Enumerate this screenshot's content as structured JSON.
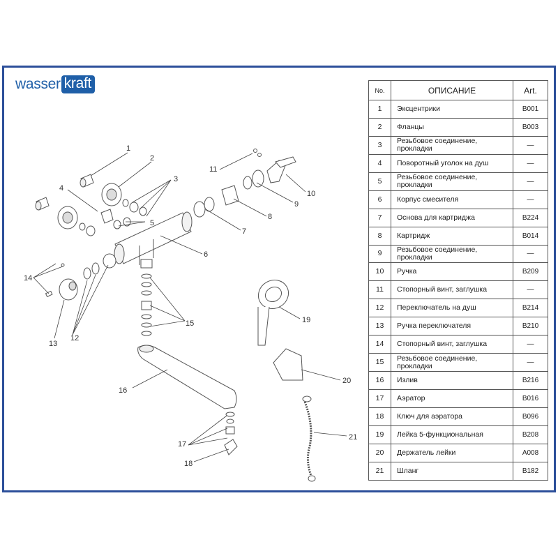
{
  "brand": {
    "part1": "wasser",
    "part2": "kraft"
  },
  "colors": {
    "frame": "#2c4f9a",
    "brand": "#1f5fa8",
    "line": "#555555"
  },
  "table": {
    "headers": {
      "no": "No.",
      "description": "ОПИСАНИЕ",
      "art": "Art."
    },
    "rows": [
      {
        "no": "1",
        "description": "Эксцентрики",
        "art": "B001"
      },
      {
        "no": "2",
        "description": "Фланцы",
        "art": "B003"
      },
      {
        "no": "3",
        "description": "Резьбовое соединение, прокладки",
        "art": "—"
      },
      {
        "no": "4",
        "description": "Поворотный уголок на душ",
        "art": "—"
      },
      {
        "no": "5",
        "description": "Резьбовое соединение, прокладки",
        "art": "—"
      },
      {
        "no": "6",
        "description": "Корпус смесителя",
        "art": "—"
      },
      {
        "no": "7",
        "description": "Основа для картриджа",
        "art": "B224"
      },
      {
        "no": "8",
        "description": "Картридж",
        "art": "B014"
      },
      {
        "no": "9",
        "description": "Резьбовое соединение, прокладки",
        "art": "—"
      },
      {
        "no": "10",
        "description": "Ручка",
        "art": "B209"
      },
      {
        "no": "11",
        "description": "Стопорный винт, заглушка",
        "art": "—"
      },
      {
        "no": "12",
        "description": "Переключатель на душ",
        "art": "B214"
      },
      {
        "no": "13",
        "description": "Ручка переключателя",
        "art": "B210"
      },
      {
        "no": "14",
        "description": "Стопорный винт, заглушка",
        "art": "—"
      },
      {
        "no": "15",
        "description": "Резьбовое соединение, прокладки",
        "art": "—"
      },
      {
        "no": "16",
        "description": "Излив",
        "art": "B216"
      },
      {
        "no": "17",
        "description": "Аэратор",
        "art": "B016"
      },
      {
        "no": "18",
        "description": "Ключ для аэратора",
        "art": "B096"
      },
      {
        "no": "19",
        "description": "Лейка 5-функциональная",
        "art": "B208"
      },
      {
        "no": "20",
        "description": "Держатель лейки",
        "art": "A008"
      },
      {
        "no": "21",
        "description": "Шланг",
        "art": "B182"
      }
    ]
  },
  "callouts": [
    "1",
    "2",
    "3",
    "4",
    "5",
    "6",
    "7",
    "8",
    "9",
    "10",
    "11",
    "12",
    "13",
    "14",
    "15",
    "16",
    "17",
    "18",
    "19",
    "20",
    "21"
  ]
}
